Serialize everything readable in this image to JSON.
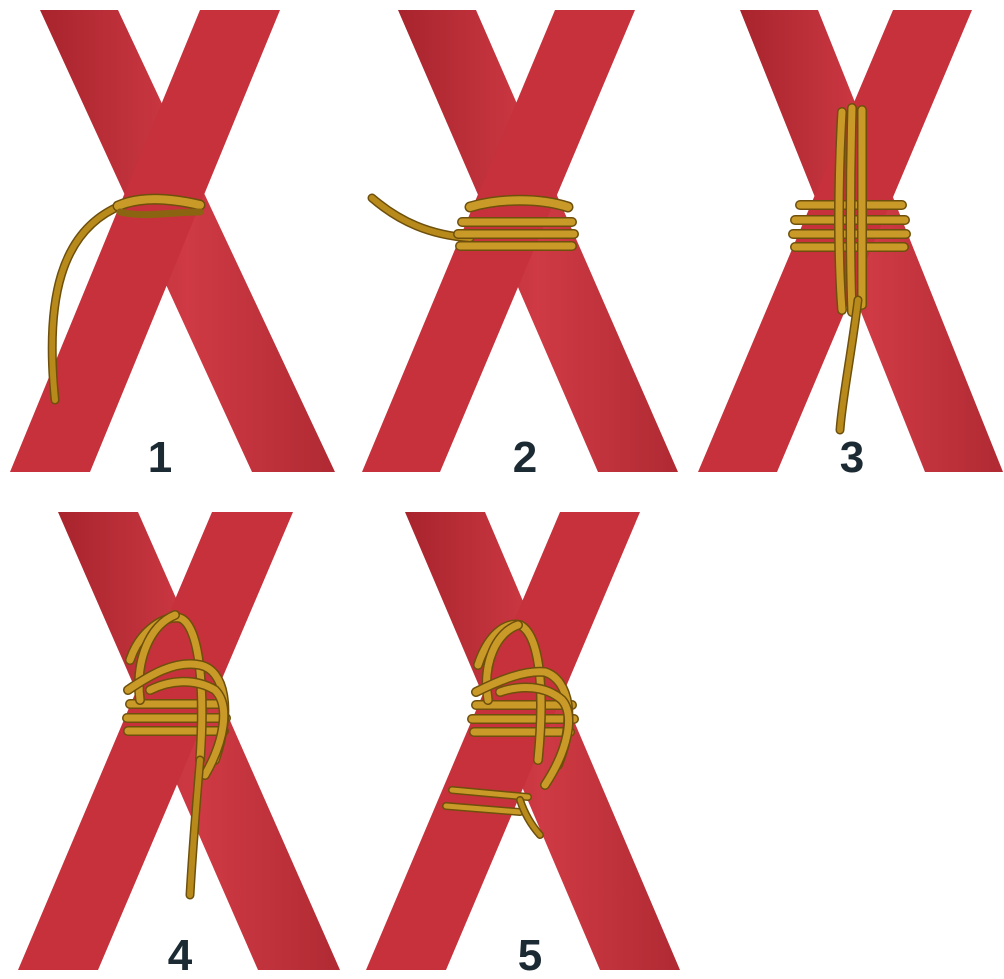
{
  "steps": [
    {
      "number": "1"
    },
    {
      "number": "2"
    },
    {
      "number": "3"
    },
    {
      "number": "4"
    },
    {
      "number": "5"
    }
  ],
  "colors": {
    "pole": "#c9323c",
    "pole_dark": "#a8242d",
    "rope": "#b88a1c",
    "rope_dark": "#6e4f0b",
    "label": "#1c2a33"
  }
}
